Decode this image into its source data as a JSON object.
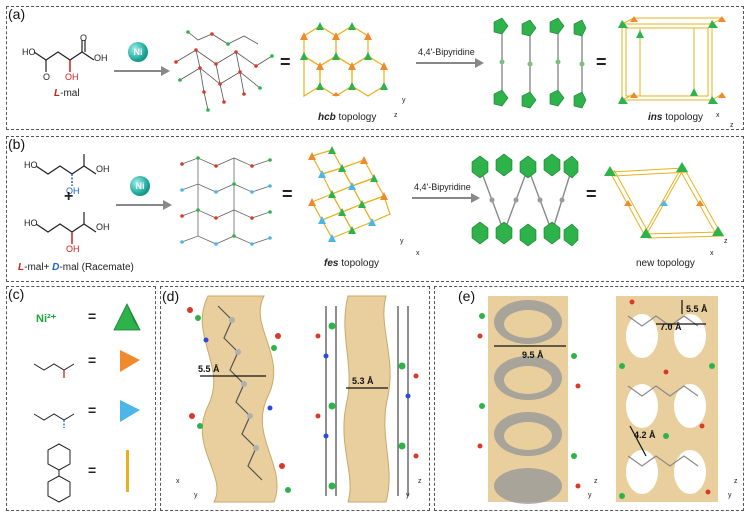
{
  "panels": {
    "a": {
      "label": "(a)"
    },
    "b": {
      "label": "(b)"
    },
    "c": {
      "label": "(c)"
    },
    "d": {
      "label": "(d)"
    },
    "e": {
      "label": "(e)"
    }
  },
  "panel_a": {
    "ligand_prefix": "L",
    "ligand_suffix": "-mal",
    "metal": "Ni",
    "linker": "4,4'-Bipyridine",
    "topology1_name": "hcb",
    "topology1_suffix": " topology",
    "topology2_name": "ins",
    "topology2_suffix": " topology",
    "equals": "=",
    "oh_label": "OH",
    "ho_label": "HO",
    "o_label": "O"
  },
  "panel_b": {
    "plus": "+",
    "racemate_l": "L",
    "racemate_mid": "-mal+ ",
    "racemate_d": "D",
    "racemate_suffix": "-mal (Racemate)",
    "metal": "Ni",
    "linker": "4,4'-Bipyridine",
    "topology1_name": "fes",
    "topology1_suffix": " topology",
    "topology2": "new topology",
    "equals": "="
  },
  "panel_c": {
    "ni_label": "Ni²⁺",
    "equals": "="
  },
  "panel_d": {
    "meas1": "5.5 Å",
    "meas2": "5.3 Å"
  },
  "panel_e": {
    "meas1": "9.5 Å",
    "meas2": "7.0 Å",
    "meas3": "5.5 Å",
    "meas4": "4.2 Å"
  },
  "axes": {
    "x": "x",
    "y": "y",
    "z": "z"
  },
  "colors": {
    "nickel_green": "#2db34a",
    "l_mal_orange": "#f08a2c",
    "d_mal_blue": "#4bb6e8",
    "bipyridine_yellow": "#e8b21c",
    "surface_tan": "#e9cf9d"
  }
}
